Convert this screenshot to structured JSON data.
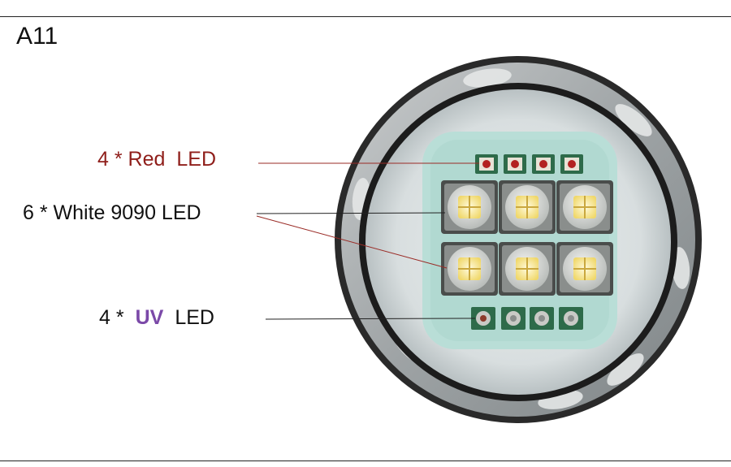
{
  "model": "A11",
  "labels": {
    "red": {
      "prefix": "4 * Red",
      "suffix": "LED"
    },
    "white": {
      "text": "6 * White 9090 LED"
    },
    "uv": {
      "prefix": "4 *",
      "highlight": "UV",
      "suffix": "LED"
    }
  },
  "colors": {
    "red_label": "#8f1e1a",
    "uv_highlight": "#7b49a8",
    "leader_line": "#9a2b26"
  },
  "leds": {
    "red_count": 4,
    "white_count": 6,
    "uv_count": 4
  }
}
